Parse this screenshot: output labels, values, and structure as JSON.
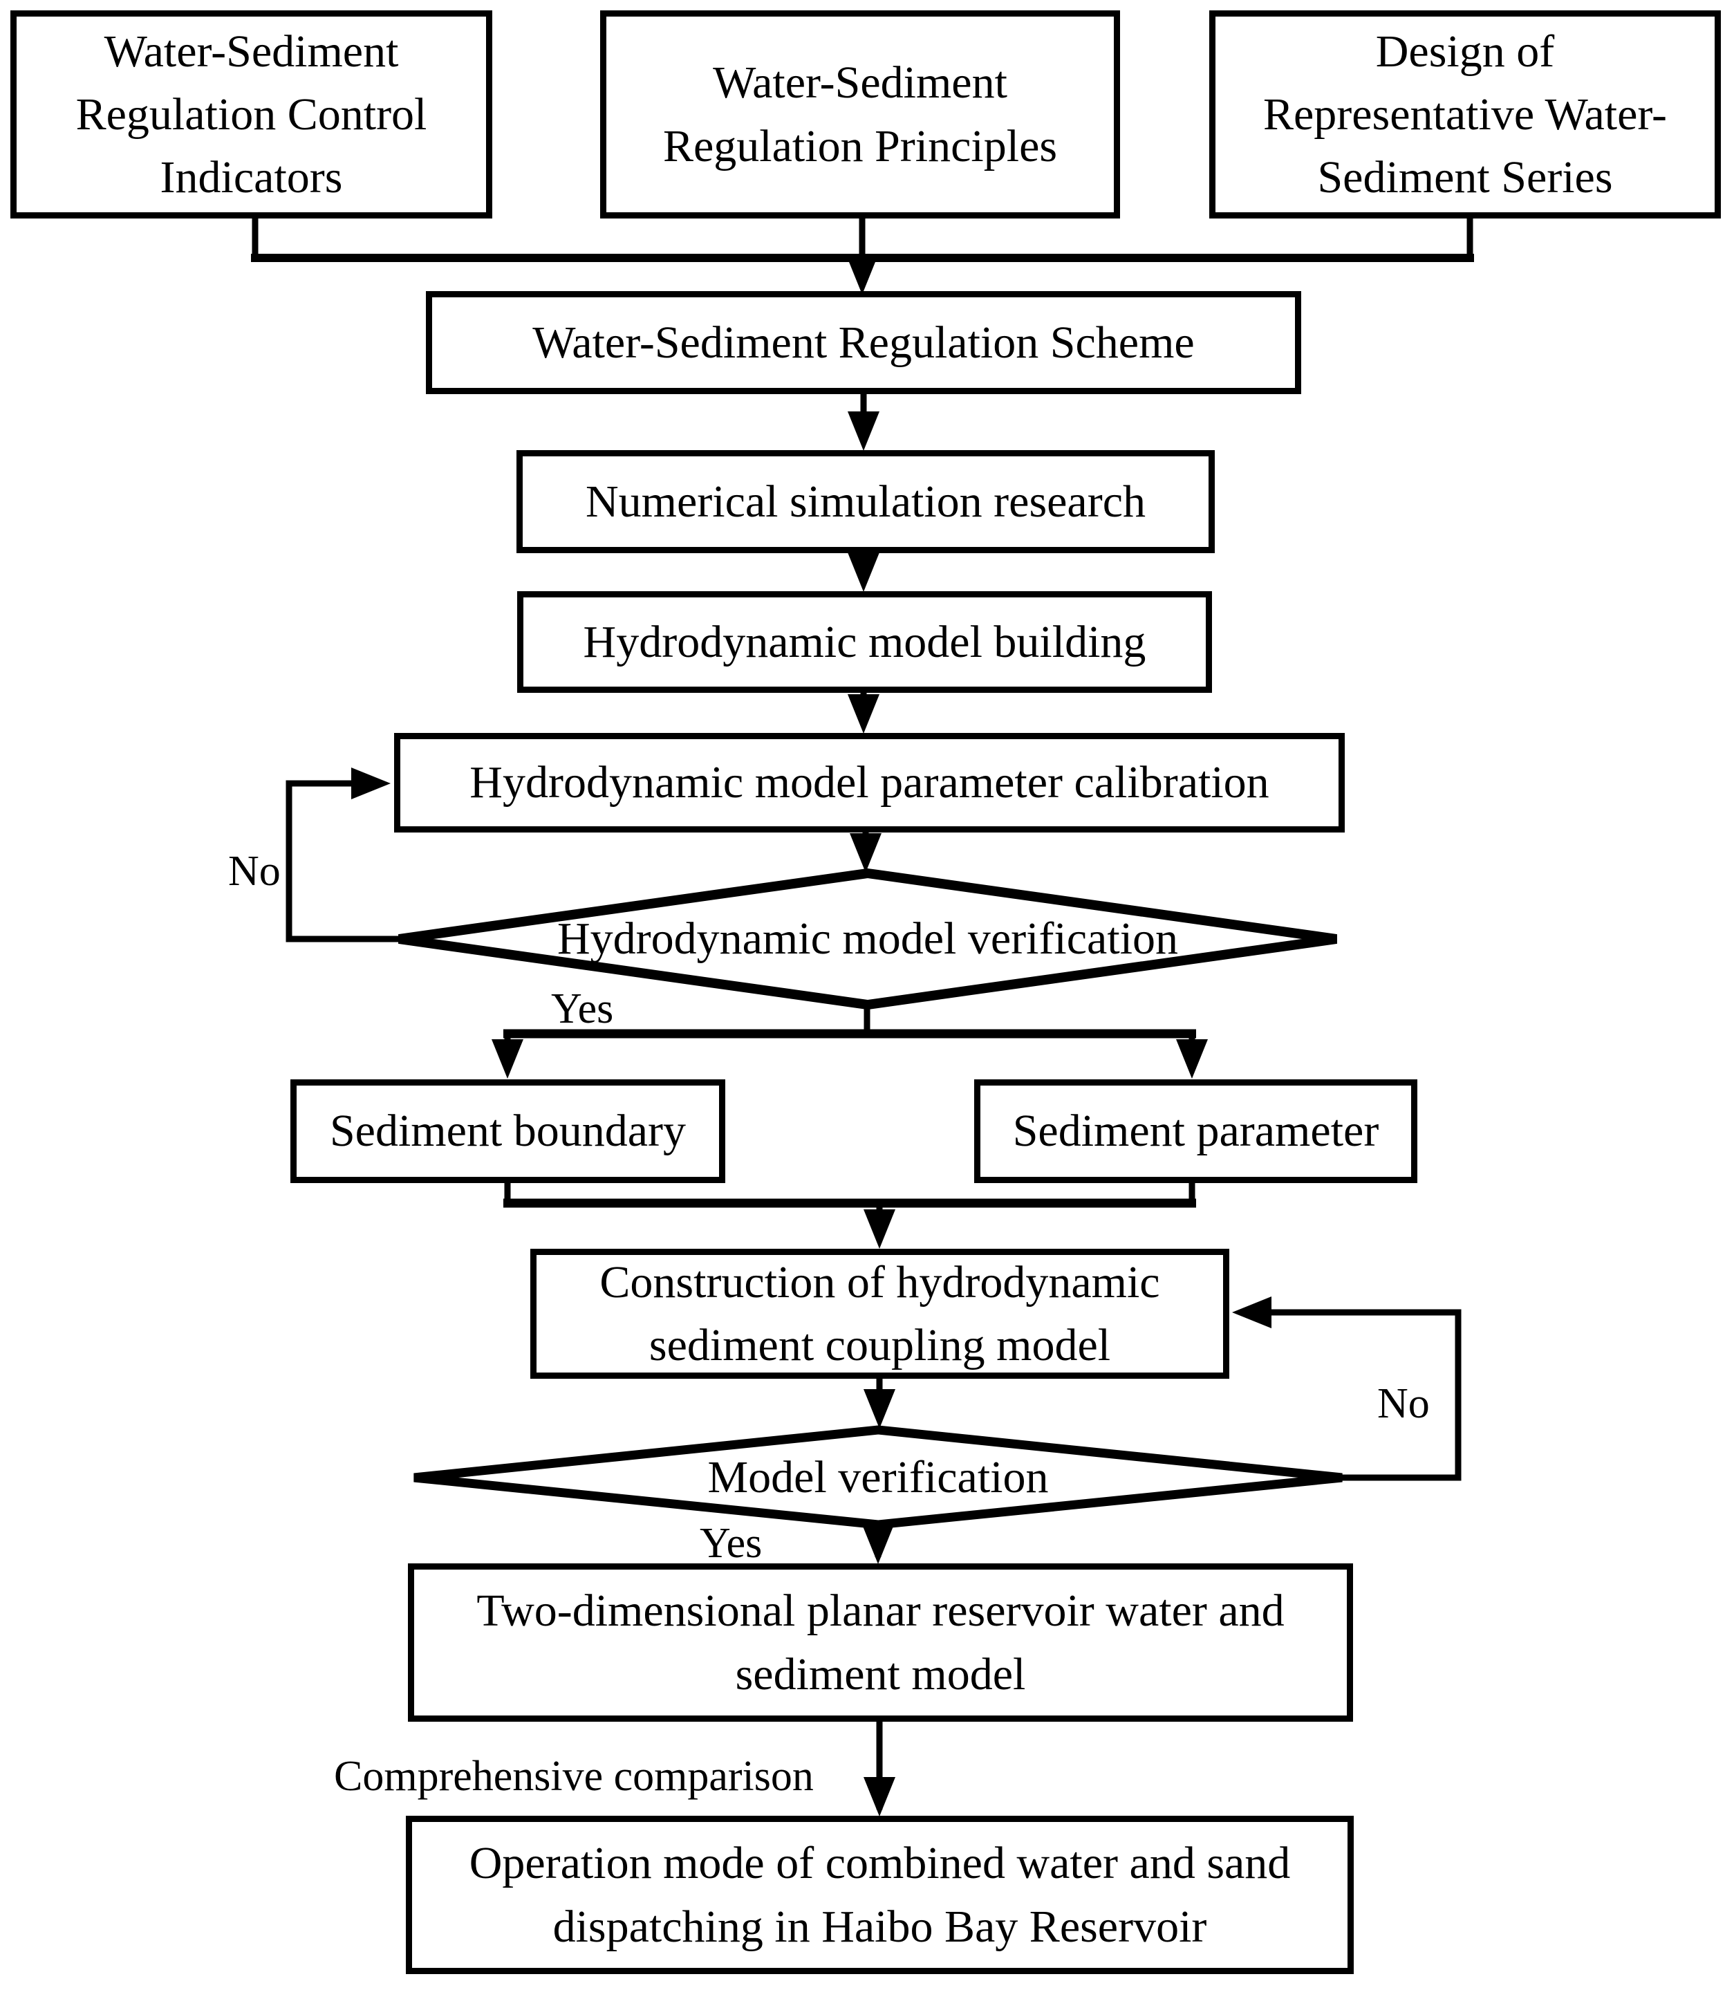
{
  "colors": {
    "ink": "#000000",
    "paper": "#ffffff"
  },
  "nodes": {
    "control_indicators": {
      "lines": [
        "Water-Sediment",
        "Regulation Control",
        "Indicators"
      ]
    },
    "regulation_principles": {
      "lines": [
        "Water-Sediment",
        "Regulation Principles"
      ]
    },
    "representative_series": {
      "lines": [
        "Design of",
        "Representative Water-",
        "Sediment Series"
      ]
    },
    "regulation_scheme": {
      "lines": [
        "Water-Sediment Regulation Scheme"
      ]
    },
    "numerical_simulation": {
      "lines": [
        "Numerical simulation research"
      ]
    },
    "model_building": {
      "lines": [
        "Hydrodynamic model building"
      ]
    },
    "parameter_calibration": {
      "lines": [
        "Hydrodynamic model parameter calibration"
      ]
    },
    "hydrodynamic_verification": {
      "lines": [
        "Hydrodynamic model verification"
      ]
    },
    "sediment_boundary": {
      "lines": [
        "Sediment boundary"
      ]
    },
    "sediment_parameter": {
      "lines": [
        "Sediment parameter"
      ]
    },
    "coupling_model": {
      "lines": [
        "Construction of hydrodynamic",
        "sediment coupling model"
      ]
    },
    "model_verification": {
      "lines": [
        "Model verification"
      ]
    },
    "planar_model": {
      "lines": [
        "Two-dimensional planar reservoir water and",
        "sediment model"
      ]
    },
    "operation_mode": {
      "lines": [
        "Operation mode of combined water and sand",
        "dispatching in Haibo Bay Reservoir"
      ]
    }
  },
  "labels": {
    "no_left": "No",
    "yes_left": "Yes",
    "no_right": "No",
    "yes_bottom": "Yes",
    "comprehensive_comparison": "Comprehensive comparison"
  }
}
